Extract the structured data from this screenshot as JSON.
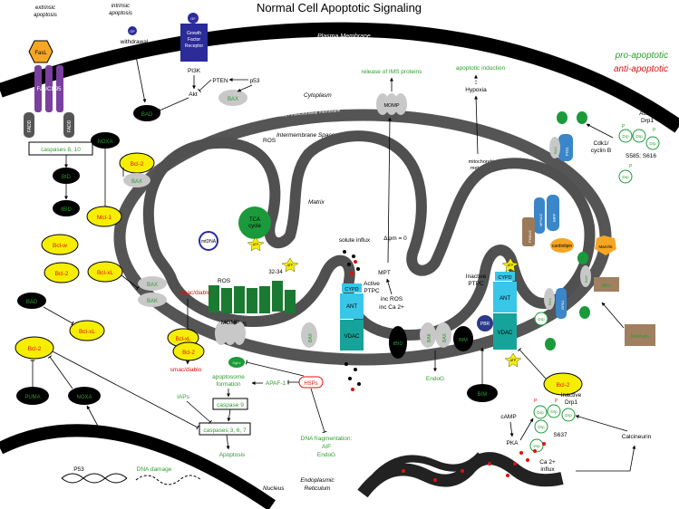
{
  "title": "Normal Cell Apoptotic Signaling",
  "legend": {
    "pro": "pro-apoptotic",
    "anti": "anti-apoptotic"
  },
  "colors": {
    "pro": "#2e9c2e",
    "anti": "#e01010",
    "yellow": "#f5ee00",
    "membrane": "#000000",
    "mito": "#505050",
    "grey_node": "#c8c8c8",
    "green_complex": "#1a7a32",
    "cyan": "#38c7e8",
    "teal": "#16a39a"
  },
  "labels": {
    "extrinsic": "extrinsic\napoptosis",
    "intrinsic": "intrinsic\napoptosis",
    "plasma_membrane": "Plasma Membrane",
    "fasl": "FasL",
    "fas": "Fas/CD95",
    "fadd": "FADD",
    "gf": "GF",
    "withdrawal": "withdrawal",
    "gfr": "Growth\nFactor\nReceptor",
    "pi3k": "PI3K",
    "pten": "PTEN",
    "p53_top": "p53",
    "akt": "Akt",
    "bad1": "BAD",
    "bax_top": "BAX",
    "casp810": "caspases 8, 10",
    "bid": "BID",
    "tbid1": "tBID",
    "noxa1": "NOXA",
    "bcl2_1": "Bcl-2",
    "bax_2": "BAX",
    "mcl1": "Mcl-1",
    "bclw": "Bcl-w",
    "bcl2_2": "Bcl-2",
    "bclxl_1": "Bcl-xL",
    "bax_3": "BAX",
    "bak_1": "BAK",
    "bad2": "BAD",
    "bclxl_2": "Bcl-xL",
    "bcl2_3": "Bcl-2",
    "puma": "PUMA",
    "noxa2": "NOXA",
    "p53_bottom": "P53",
    "p53_left": "P53",
    "dna_damage": "DNA damage",
    "nucleus": "Nucleus",
    "outer_mem": "outer mitochondrial membrane",
    "cytoplasm": "Cytoplasm",
    "ims": "Intermembrane Space",
    "inner_mem": "inner mitochondrial membrane",
    "matrix": "Matrix",
    "mito_metab": "mitochondrial\nmetabolites",
    "momp_top": "MOMP",
    "release_ims": "release of IMS proteins",
    "apoptotic_induction": "apoptotic induction",
    "hypoxia": "Hypoxia",
    "ros1": "ROS",
    "ros2": "ROS",
    "ros3": "ROS",
    "mpt": "MPT",
    "delta_psi": "Δψm = 0",
    "inc_ros": "inc ROS",
    "inc_ca": "inc Ca 2+",
    "tca": "TCA\ncycle",
    "mtdna": "mtDNA",
    "atp": "ATP",
    "c3234": "32-34",
    "solute": "solute influx",
    "active_ptpc": "Active\nPTPC",
    "inactive_ptpc": "Inactive\nPTPC",
    "cypd": "CYPD",
    "ant": "ANT",
    "vdac": "VDAC",
    "bax_v": "BAX",
    "smac1": "smac/diablo",
    "smac2": "smac/diablo",
    "momp_mid": "MOMP",
    "bclxl_3": "Bcl-xL",
    "bcl2_4": "Bcl-2",
    "cytc": "Cyt c",
    "apoptosome": "apoptosome\nformation",
    "apaf": "APAF-1",
    "hsps": "HSPs",
    "iaps": "IAPs",
    "casp9": "caspase 9",
    "casp367": "caspases 3, 6, 7",
    "apoptosis": "Apoptosis",
    "dna_frag": "DNA fragmentation:\nAIF\nEndoG",
    "tbid2": "tBID",
    "bak_2": "BAK",
    "bax_4": "BAX",
    "endog": "EndoG",
    "bim1": "BIM",
    "bim2": "BIM",
    "pbr": "PBR",
    "hk": "HK",
    "bcl2_5": "Bcl-2",
    "drp": "Drp",
    "p": "P",
    "active_drp1": "Active\nDrp1",
    "cdk1": "Cdk1/\ncyclin B",
    "s585": "S585; S616",
    "inactive_drp1": "Inactive\nDrp1",
    "camp": "cAMP",
    "pka": "PKA",
    "s637": "S637",
    "calcineurin": "Calcineurin",
    "ca_influx": "Ca 2+\ninflux",
    "er": "Endoplasmic\nReticulum",
    "cardiolipin": "cardiolipin",
    "march5": "March5",
    "mff": "MFF",
    "fis1": "FIS1",
    "mfn2": "MFN1/2",
    "mitofusin": "Mitofusin",
    "opa1": "OPA1",
    "phb": "PHB1/2",
    "bax_r1": "BAX",
    "bax_r2": "BAX",
    "bak_r": "BAK",
    "miro": "Miro",
    "drp_r": "Drp"
  }
}
